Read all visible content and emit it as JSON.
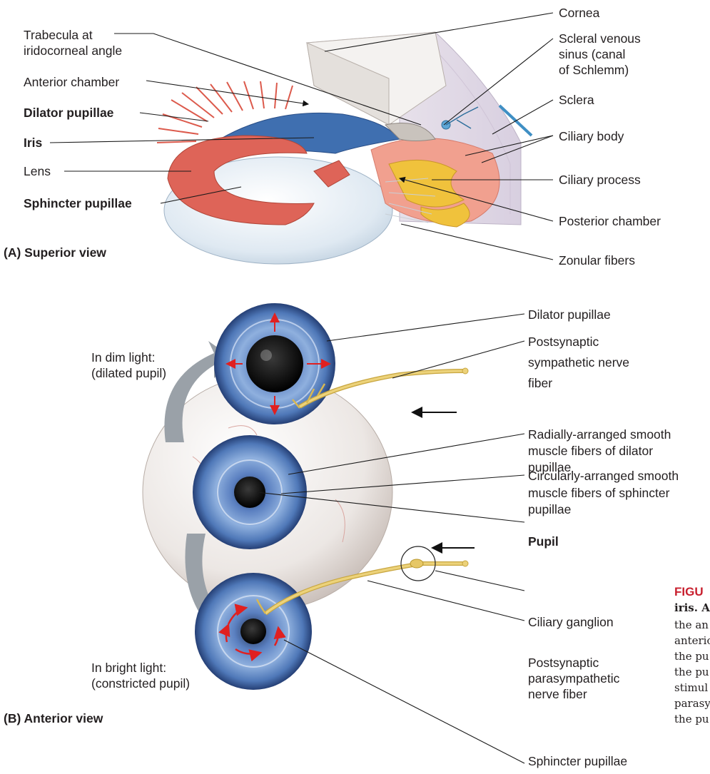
{
  "panel_a": {
    "caption": "(A) Superior view",
    "labels_left": {
      "trabecula": "Trabecula at",
      "trabecula_2": "iridocorneal angle",
      "anterior_chamber": "Anterior chamber",
      "dilator": "Dilator pupillae",
      "iris": "Iris",
      "lens": "Lens",
      "sphincter": "Sphincter pupillae"
    },
    "labels_right": {
      "cornea": "Cornea",
      "scleral_1": "Scleral venous",
      "scleral_2": "sinus (canal",
      "scleral_3": "of Schlemm)",
      "sclera": "Sclera",
      "ciliary_body": "Ciliary body",
      "ciliary_process": "Ciliary process",
      "posterior_chamber": "Posterior chamber",
      "zonular": "Zonular fibers"
    }
  },
  "panel_b": {
    "caption": "(B) Anterior view",
    "dim_1": "In dim light:",
    "dim_2": "(dilated pupil)",
    "bright_1": "In bright light:",
    "bright_2": "(constricted pupil)",
    "labels": {
      "dilator": "Dilator pupillae",
      "postsyn_1": "Postsynaptic",
      "postsyn_2": "sympathetic nerve",
      "postsyn_3": "fiber",
      "radial_1": "Radially-arranged smooth",
      "radial_2": "muscle fibers of dilator",
      "radial_3": "pupillae",
      "circ_1": "Circularly-arranged smooth",
      "circ_2": "muscle fibers of sphincter",
      "circ_3": "pupillae",
      "pupil": "Pupil",
      "ciliary_ganglion": "Ciliary ganglion",
      "para_1": "Postsynaptic",
      "para_2": "parasympathetic",
      "para_3": "nerve fiber",
      "sphincter": "Sphincter pupillae"
    }
  },
  "figure_caption": {
    "heading": "FIGU",
    "bold_line": "iris. A",
    "lines": [
      "the an",
      "anterio",
      "the pu",
      "the pu",
      "stimul",
      "parasy",
      "the pu"
    ]
  },
  "colors": {
    "iris_blue": "#3f6fb0",
    "muscle_red": "#d9534a",
    "nerve_yellow": "#e8c860",
    "arrow_red": "#e02020",
    "caption_red": "#c8202f"
  }
}
